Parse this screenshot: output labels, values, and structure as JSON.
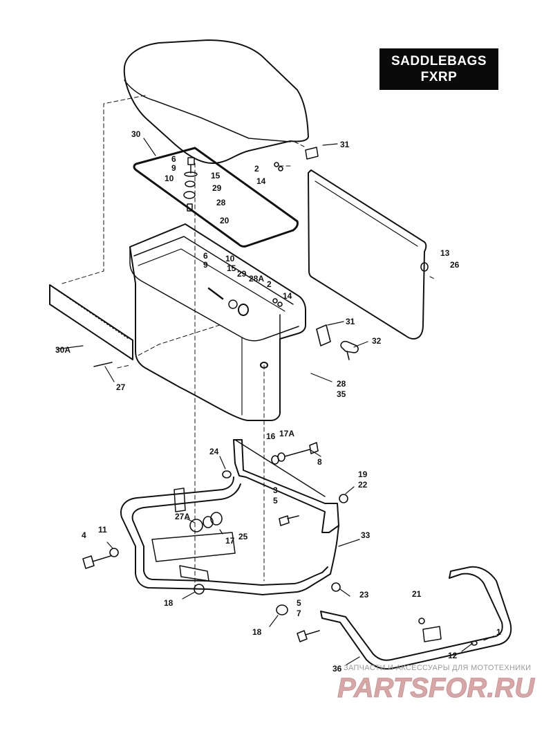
{
  "title": {
    "line1": "SADDLEBAGS",
    "line2": "FXRP"
  },
  "callouts": {
    "c30": "30",
    "c6a": "6",
    "c9a": "9",
    "c10a": "10",
    "c15a": "15",
    "c29a": "29",
    "c28a": "28",
    "c20": "20",
    "c2a": "2",
    "c14a": "14",
    "c31a": "31",
    "c13": "13",
    "c26": "26",
    "c6b": "6",
    "c9b": "9",
    "c10b": "10",
    "c15b": "15",
    "c29b": "29",
    "c28Ab": "28A",
    "c2b": "2",
    "c14b": "14",
    "c31b": "31",
    "c32": "32",
    "c30A": "30A",
    "c27": "27",
    "c28_35a": "28",
    "c28_35b": "35",
    "c24": "24",
    "c16": "16",
    "c17A": "17A",
    "c8": "8",
    "c19": "19",
    "c22": "22",
    "c3": "3",
    "c5a": "5",
    "c27A": "27A",
    "c17": "17",
    "c25": "25",
    "c33": "33",
    "c4": "4",
    "c11": "11",
    "c18a": "18",
    "c23": "23",
    "c5b": "5",
    "c7": "7",
    "c18b": "18",
    "c21": "21",
    "c1": "1",
    "c12": "12",
    "c36": "36"
  },
  "watermark": {
    "caption": "ЗАПЧАСТИ И АКСЕССУАРЫ ДЛЯ МОТОТЕХНИКИ",
    "logo_text": "PARTSFOR.RU",
    "color": "#d7a6a6"
  }
}
